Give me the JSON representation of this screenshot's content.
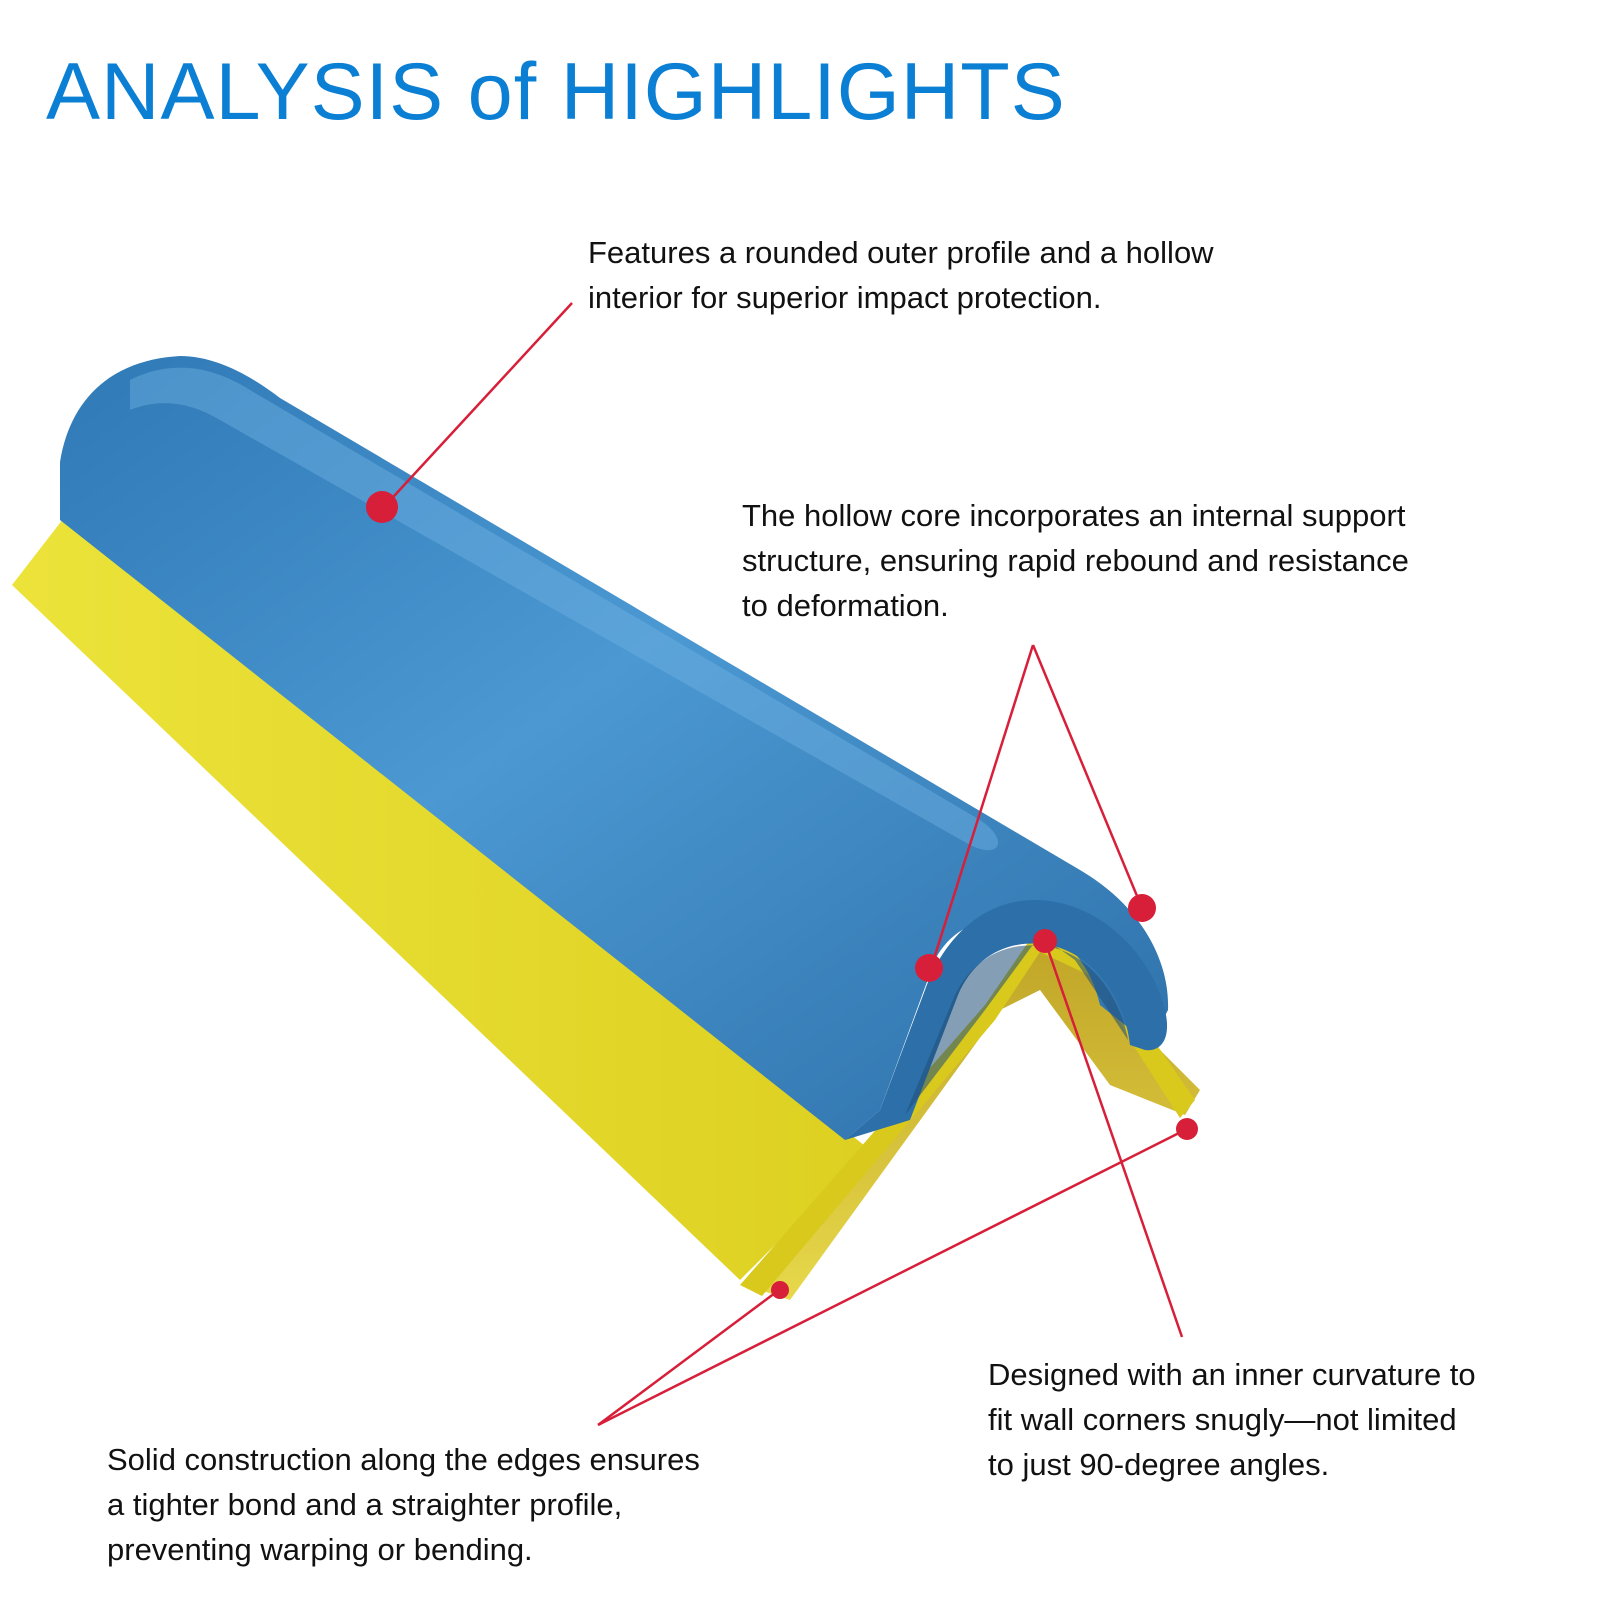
{
  "header": {
    "title": "ANALYSIS of HIGHLIGHTS"
  },
  "callouts": {
    "outer_profile": "Features a rounded outer profile and a hollow\ninterior for superior impact protection.",
    "support_structure": "The hollow core incorporates an internal support\nstructure, ensuring rapid rebound and resistance\nto deformation.",
    "inner_curvature": "Designed with an inner curvature to\nfit wall corners snugly—not limited\nto just 90-degree angles.",
    "solid_edges": "Solid construction along the edges ensures\na tighter bond and a straighter profile,\npreventing warping or bending."
  },
  "colors": {
    "title": "#0a7fd4",
    "leader": "#d71f3a",
    "blue_bumper": "#3d8cc8",
    "yellow_base": "#e2d62b"
  }
}
